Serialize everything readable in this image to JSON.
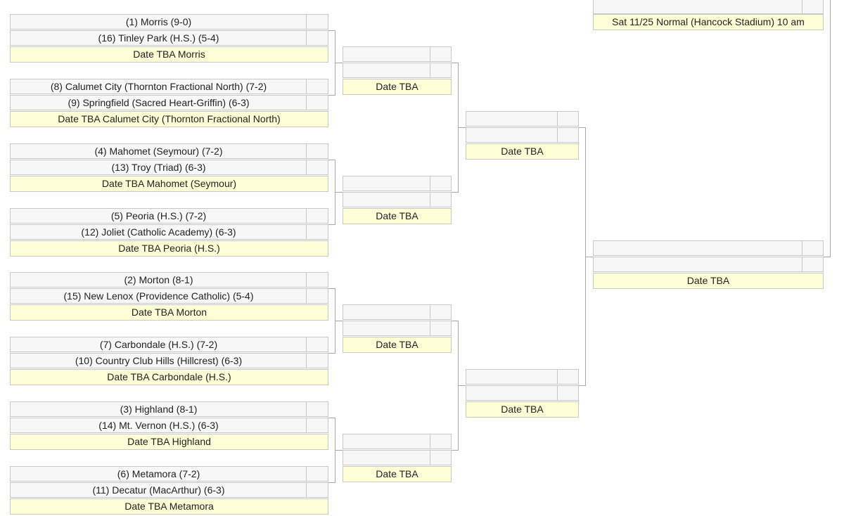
{
  "round1": [
    {
      "team1": "(1) Morris (9-0)",
      "team2": "(16) Tinley Park (H.S.) (5-4)",
      "date": "Date TBA Morris"
    },
    {
      "team1": "(8) Calumet City (Thornton Fractional North) (7-2)",
      "team2": "(9) Springfield (Sacred Heart-Griffin) (6-3)",
      "date": "Date TBA Calumet City (Thornton Fractional North)"
    },
    {
      "team1": "(4) Mahomet (Seymour) (7-2)",
      "team2": "(13) Troy (Triad) (6-3)",
      "date": "Date TBA Mahomet (Seymour)"
    },
    {
      "team1": "(5) Peoria (H.S.) (7-2)",
      "team2": "(12) Joliet (Catholic Academy) (6-3)",
      "date": "Date TBA Peoria (H.S.)"
    },
    {
      "team1": "(2) Morton (8-1)",
      "team2": "(15) New Lenox (Providence Catholic) (5-4)",
      "date": "Date TBA Morton"
    },
    {
      "team1": "(7) Carbondale (H.S.) (7-2)",
      "team2": "(10) Country Club Hills (Hillcrest) (6-3)",
      "date": "Date TBA Carbondale (H.S.)"
    },
    {
      "team1": "(3) Highland (8-1)",
      "team2": "(14) Mt. Vernon (H.S.) (6-3)",
      "date": "Date TBA Highland"
    },
    {
      "team1": "(6) Metamora (7-2)",
      "team2": "(11) Decatur (MacArthur) (6-3)",
      "date": "Date TBA Metamora"
    }
  ],
  "round2": [
    {
      "team1": "",
      "team2": "",
      "date": "Date TBA"
    },
    {
      "team1": "",
      "team2": "",
      "date": "Date TBA"
    },
    {
      "team1": "",
      "team2": "",
      "date": "Date TBA"
    },
    {
      "team1": "",
      "team2": "",
      "date": "Date TBA"
    }
  ],
  "quarterfinals": [
    {
      "team1": "",
      "team2": "",
      "date": "Date TBA"
    },
    {
      "team1": "",
      "team2": "",
      "date": "Date TBA"
    }
  ],
  "semifinal": {
    "team1": "",
    "team2": "",
    "date": "Date TBA"
  },
  "championship": {
    "date": "Sat 11/25 Normal (Hancock Stadium) 10 am"
  }
}
